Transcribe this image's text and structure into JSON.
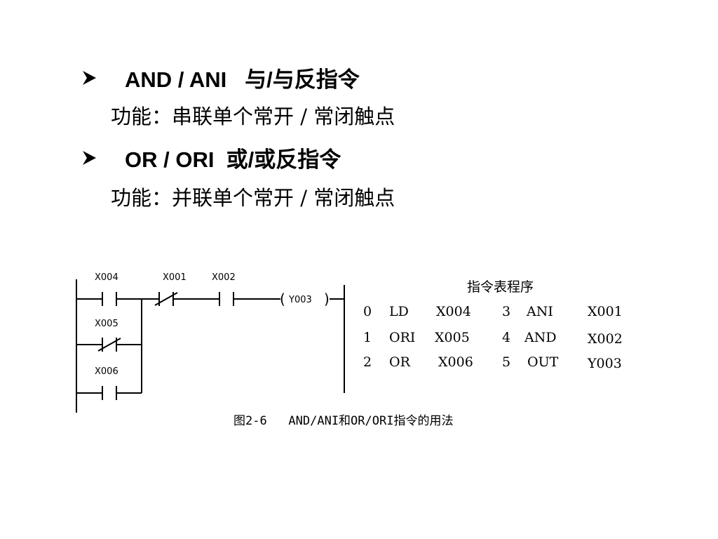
{
  "bullets": [
    {
      "heading": "AND / ANI   与/与反指令",
      "desc": "功能：串联单个常开 / 常闭触点"
    },
    {
      "heading": "OR / ORI  或/或反指令",
      "desc": "功能：并联单个常开 / 常闭触点"
    }
  ],
  "ladder": {
    "contacts": [
      {
        "label": "X004",
        "type": "normally-open"
      },
      {
        "label": "X005",
        "type": "normally-closed"
      },
      {
        "label": "X006",
        "type": "normally-open"
      },
      {
        "label": "X001",
        "type": "normally-closed"
      },
      {
        "label": "X002",
        "type": "normally-open"
      }
    ],
    "coil": {
      "label": "Y003"
    }
  },
  "instruction_table": {
    "title": "指令表程序",
    "left": [
      {
        "step": "0",
        "op": "LD",
        "operand": "X004"
      },
      {
        "step": "1",
        "op": "ORI",
        "operand": "X005"
      },
      {
        "step": "2",
        "op": "OR",
        "operand": "X006"
      }
    ],
    "right": [
      {
        "step": "3",
        "op": "ANI",
        "operand": "X001"
      },
      {
        "step": "4",
        "op": "AND",
        "operand": "X002"
      },
      {
        "step": "5",
        "op": "OUT",
        "operand": "Y003"
      }
    ]
  },
  "caption": "图2-6   AND/ANI和OR/ORI指令的用法"
}
